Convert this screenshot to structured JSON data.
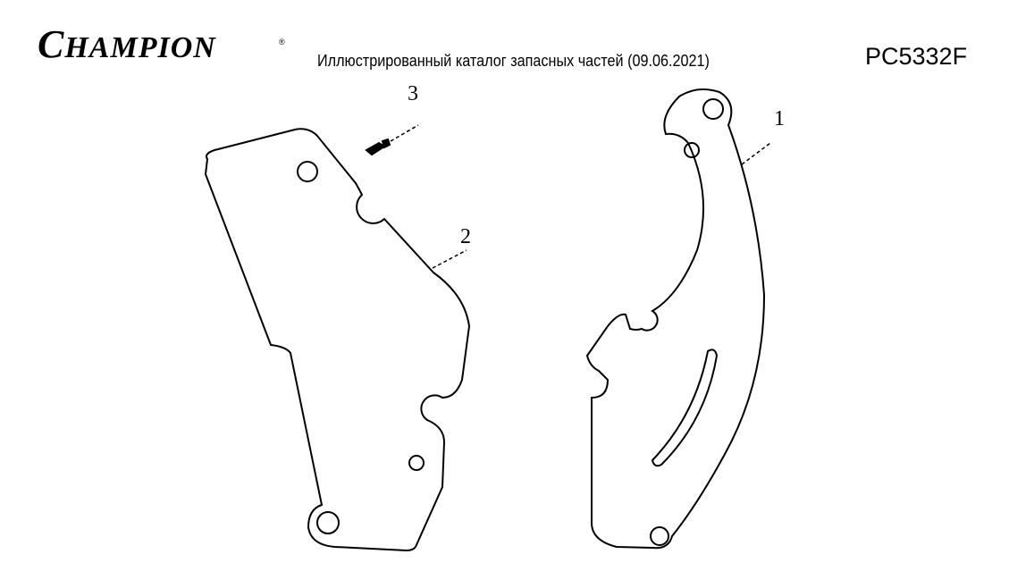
{
  "header": {
    "brand": "CHAMPION",
    "brand_rest": "HAMPION",
    "brand_first": "C",
    "registered": "®",
    "title": "Иллюстрированный каталог запасных частей (09.06.2021)",
    "model": "PC5332F"
  },
  "diagram": {
    "callouts": [
      "1",
      "2",
      "3"
    ]
  }
}
